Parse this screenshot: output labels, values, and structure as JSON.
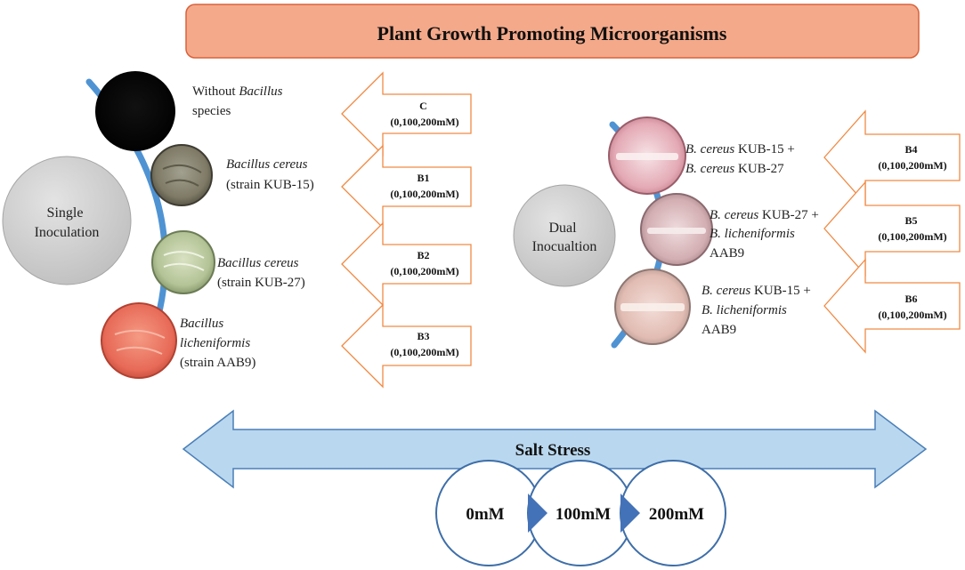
{
  "title": "Plant Growth Promoting Microorganisms",
  "colors": {
    "title_fill": "#f4a98a",
    "title_stroke": "#d9623b",
    "arrow_stroke": "#f08a44",
    "arc": "#4f93d3",
    "group_circle": "#c7c7c7",
    "salt_fill": "#b9d7ee",
    "salt_stroke": "#4a7fb8",
    "stress_stroke": "#3e6ea8",
    "stress_chevron": "#4472b8"
  },
  "single": {
    "label_line1": "Single",
    "label_line2": "Inoculation",
    "items": [
      {
        "plate": "black",
        "name_line1_pre": "Without ",
        "name_line1_ital": "Bacillus",
        "name_line2": "species"
      },
      {
        "plate": "gray",
        "name_line1_ital": "Bacillus cereus",
        "name_line2": "(strain KUB-15)"
      },
      {
        "plate": "green",
        "name_line1_ital": "Bacillus cereus",
        "name_line2": "(strain KUB-27)"
      },
      {
        "plate": "red",
        "name_line1_ital": "Bacillus",
        "name_line2_ital": "licheniformis",
        "name_line3": "(strain AAB9)"
      }
    ],
    "treatments": [
      {
        "code": "C",
        "range": "(0,100,200mM)"
      },
      {
        "code": "B1",
        "range": "(0,100,200mM)"
      },
      {
        "code": "B2",
        "range": "(0,100,200mM)"
      },
      {
        "code": "B3",
        "range": "(0,100,200mM)"
      }
    ]
  },
  "dual": {
    "label_line1": "Dual",
    "label_line2": "Inocualtion",
    "items": [
      {
        "a_ital": "B. cereus",
        "a_rest": " KUB-15 +",
        "b_ital": "B. cereus",
        "b_rest": " KUB-27",
        "c": ""
      },
      {
        "a_ital": "B. cereus",
        "a_rest": " KUB-27 +",
        "b_ital": "B. licheniformis",
        "b_rest": "",
        "c": "AAB9"
      },
      {
        "a_ital": "B. cereus",
        "a_rest": " KUB-15 +",
        "b_ital": "B. licheniformis",
        "b_rest": "",
        "c": "AAB9"
      }
    ],
    "treatments": [
      {
        "code": "B4",
        "range": "(0,100,200mM)"
      },
      {
        "code": "B5",
        "range": "(0,100,200mM)"
      },
      {
        "code": "B6",
        "range": "(0,100,200mM)"
      }
    ]
  },
  "salt": {
    "label": "Salt Stress",
    "levels": [
      "0mM",
      "100mM",
      "200mM"
    ]
  }
}
